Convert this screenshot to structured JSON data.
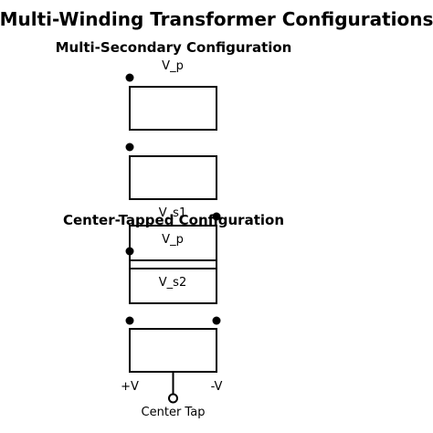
{
  "title": "Multi-Winding Transformer Configurations",
  "multi_secondary": {
    "heading": "Multi-Secondary Configuration",
    "primary_label": "V_p",
    "secondary1_label": "V_s1",
    "secondary2_label": "V_s2"
  },
  "center_tapped": {
    "heading": "Center-Tapped Configuration",
    "primary_label": "V_p",
    "plus_label": "+V",
    "minus_label": "-V",
    "tap_label": "Center Tap"
  }
}
